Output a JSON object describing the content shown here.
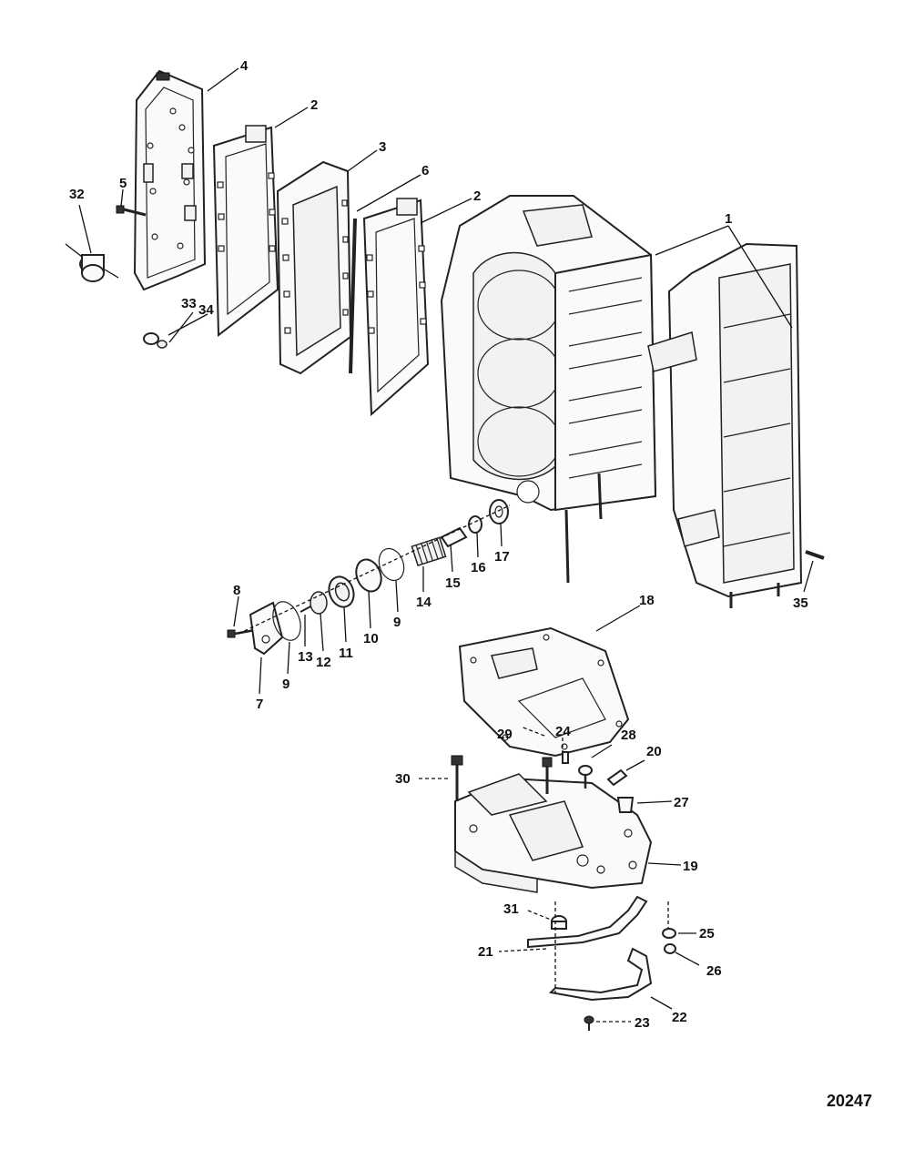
{
  "figure_number": "20247",
  "callouts": [
    {
      "id": "c1",
      "text": "1"
    },
    {
      "id": "c2a",
      "text": "2"
    },
    {
      "id": "c2b",
      "text": "2"
    },
    {
      "id": "c3",
      "text": "3"
    },
    {
      "id": "c4",
      "text": "4"
    },
    {
      "id": "c5",
      "text": "5"
    },
    {
      "id": "c6",
      "text": "6"
    },
    {
      "id": "c7",
      "text": "7"
    },
    {
      "id": "c8",
      "text": "8"
    },
    {
      "id": "c9a",
      "text": "9"
    },
    {
      "id": "c9b",
      "text": "9"
    },
    {
      "id": "c10",
      "text": "10"
    },
    {
      "id": "c11",
      "text": "11"
    },
    {
      "id": "c12",
      "text": "12"
    },
    {
      "id": "c13",
      "text": "13"
    },
    {
      "id": "c14",
      "text": "14"
    },
    {
      "id": "c15",
      "text": "15"
    },
    {
      "id": "c16",
      "text": "16"
    },
    {
      "id": "c17",
      "text": "17"
    },
    {
      "id": "c18",
      "text": "18"
    },
    {
      "id": "c19",
      "text": "19"
    },
    {
      "id": "c20",
      "text": "20"
    },
    {
      "id": "c21",
      "text": "21"
    },
    {
      "id": "c22",
      "text": "22"
    },
    {
      "id": "c23",
      "text": "23"
    },
    {
      "id": "c24",
      "text": "24"
    },
    {
      "id": "c25",
      "text": "25"
    },
    {
      "id": "c26",
      "text": "26"
    },
    {
      "id": "c27",
      "text": "27"
    },
    {
      "id": "c28",
      "text": "28"
    },
    {
      "id": "c29",
      "text": "29"
    },
    {
      "id": "c30",
      "text": "30"
    },
    {
      "id": "c31",
      "text": "31"
    },
    {
      "id": "c32",
      "text": "32"
    },
    {
      "id": "c33",
      "text": "33"
    },
    {
      "id": "c34",
      "text": "34"
    },
    {
      "id": "c35",
      "text": "35"
    }
  ]
}
